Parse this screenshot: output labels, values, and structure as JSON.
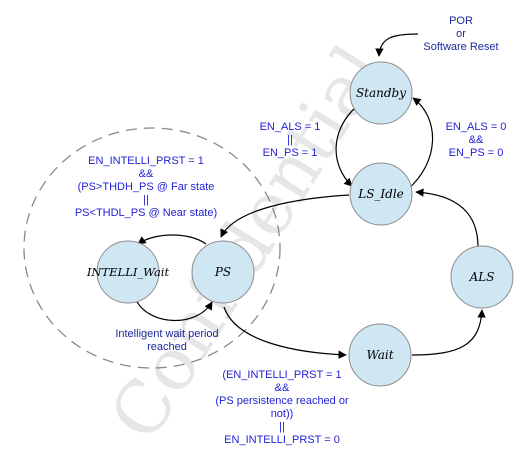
{
  "watermark": "Confidential",
  "por": [
    "POR",
    "or",
    "Software Reset"
  ],
  "states": {
    "standby": "Standby",
    "ls_idle": "LS_Idle",
    "ps": "PS",
    "intelli_wait": "INTELLI_Wait",
    "als": "ALS",
    "wait": "Wait"
  },
  "conditions": {
    "to_ls_idle": [
      "EN_ALS = 1",
      "||",
      "EN_PS = 1"
    ],
    "to_standby": [
      "EN_ALS = 0",
      "&&",
      "EN_PS = 0"
    ],
    "intelli": [
      "EN_INTELLI_PRST = 1",
      "&&",
      "(PS>THDH_PS @ Far state",
      "||",
      "PS<THDL_PS @ Near state)"
    ],
    "intelli_wait_done": [
      "Intelligent wait period",
      "reached"
    ],
    "to_wait": [
      "(EN_INTELLI_PRST = 1",
      "&&",
      "(PS persistence reached or",
      "not))",
      "||",
      "EN_INTELLI_PRST = 0"
    ]
  },
  "colors": {
    "state_fill": "#cfe6f3",
    "state_stroke": "#8c8c8c",
    "condition_text": "#1f1fd6",
    "arrow": "#000000",
    "dashed_region": "#8a8a8a"
  }
}
